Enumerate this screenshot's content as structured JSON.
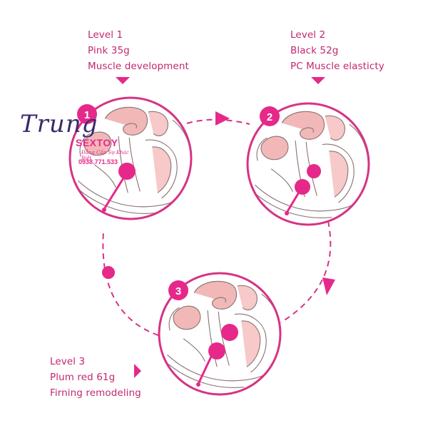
{
  "levels": [
    {
      "number": "1",
      "title": "Level 1",
      "weight": "Pink 35g",
      "benefit": "Muscle development"
    },
    {
      "number": "2",
      "title": "Level 2",
      "weight": "Black 52g",
      "benefit": "PC Muscle elasticty"
    },
    {
      "number": "3",
      "title": "Level 3",
      "weight": "Plum red 61g",
      "benefit": "Firning remodeling"
    }
  ],
  "watermark": {
    "script": "Trung",
    "brand": "SEXTOY",
    "tagline": "Đẳng Cấp Sự Khác Biệt",
    "phone": "0938.771.533"
  },
  "colors": {
    "accent": "#e6288a",
    "ring": "#d63384",
    "text": "#c2276f",
    "tissue": "#f2b8b8",
    "outline": "#8a7474"
  },
  "icons": [
    "flow-arrow-icon",
    "kegel-ball-icon",
    "pointer-triangle-icon"
  ]
}
